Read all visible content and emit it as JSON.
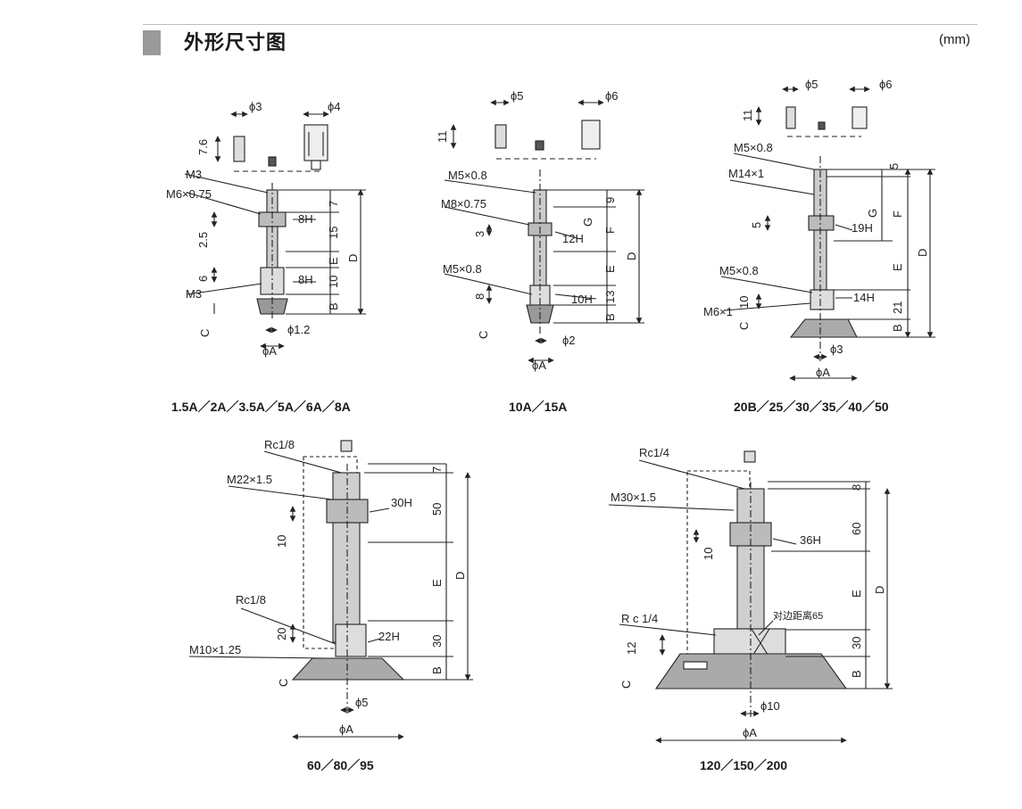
{
  "header": {
    "title": "外形尺寸图",
    "unit": "(mm)"
  },
  "figures": [
    {
      "id": "fig1",
      "caption": "1.5A／2A／3.5A／5A／6A／8A",
      "labels": [
        "ϕ3",
        "ϕ4",
        "7.6",
        "M3",
        "M6×0.75",
        "8H",
        "7",
        "2.5",
        "15",
        "E",
        "D",
        "6",
        "8H",
        "M3",
        "10",
        "B",
        "C",
        "ϕ1.2",
        "ϕA"
      ]
    },
    {
      "id": "fig2",
      "caption": "10A／15A",
      "labels": [
        "ϕ5",
        "ϕ6",
        "11",
        "M5×0.8",
        "M8×0.75",
        "9",
        "3",
        "12H",
        "G",
        "F",
        "E",
        "D",
        "M5×0.8",
        "8",
        "10H",
        "13",
        "B",
        "C",
        "ϕ2",
        "ϕA"
      ]
    },
    {
      "id": "fig3",
      "caption": "20B／25／30／35／40／50",
      "labels": [
        "ϕ5",
        "ϕ6",
        "11",
        "M5×0.8",
        "M14×1",
        "5",
        "5",
        "19H",
        "G",
        "F",
        "D",
        "E",
        "M5×0.8",
        "10",
        "M6×1",
        "14H",
        "21",
        "C",
        "B",
        "ϕ3",
        "ϕA"
      ]
    },
    {
      "id": "fig4",
      "caption": "60／80／95",
      "labels": [
        "Rc1/8",
        "M22×1.5",
        "7",
        "30H",
        "50",
        "10",
        "E",
        "D",
        "Rc1/8",
        "20",
        "22H",
        "30",
        "M10×1.25",
        "B",
        "C",
        "ϕ5",
        "ϕA"
      ]
    },
    {
      "id": "fig5",
      "caption": "120／150／200",
      "labels": [
        "Rc1/4",
        "M30×1.5",
        "8",
        "60",
        "10",
        "36H",
        "E",
        "D",
        "R c 1/4",
        "对边距离65",
        "30",
        "12",
        "B",
        "C",
        "ϕ10",
        "ϕA"
      ]
    }
  ]
}
